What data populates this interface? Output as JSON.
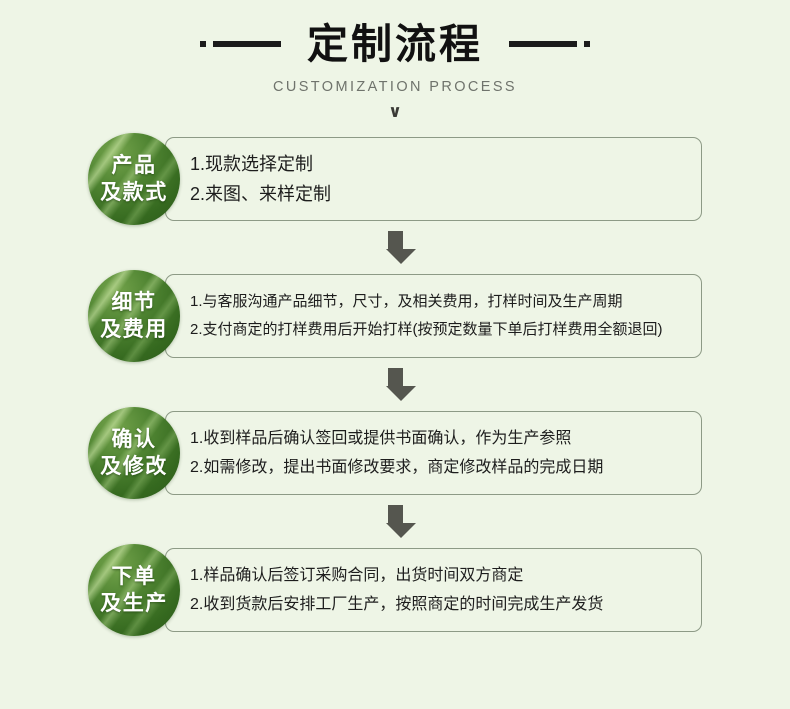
{
  "header": {
    "title": "定制流程",
    "subtitle": "CUSTOMIZATION PROCESS",
    "chevron": "∨",
    "rule_color": "#111111",
    "text_color": "#111111",
    "subtitle_color": "#6f736c"
  },
  "theme": {
    "background": "#eef5e6",
    "card_border": "#8d9a86",
    "badge_green_dark": "#2c5a1b",
    "badge_green_light": "#73a34b",
    "arrow_color": "#55564f",
    "body_text": "#1d1d1d"
  },
  "connector": {
    "icon": "arrow-down-icon"
  },
  "steps": [
    {
      "badge_line1": "产品",
      "badge_line2": "及款式",
      "size": "size-lg",
      "lines": [
        "1.现款选择定制",
        "2.来图、来样定制"
      ]
    },
    {
      "badge_line1": "细节",
      "badge_line2": "及费用",
      "size": "size-sm",
      "lines": [
        "1.与客服沟通产品细节，尺寸，及相关费用，打样时间及生产周期",
        "2.支付商定的打样费用后开始打样(按预定数量下单后打样费用全额退回)"
      ]
    },
    {
      "badge_line1": "确认",
      "badge_line2": "及修改",
      "size": "size-md",
      "lines": [
        "1.收到样品后确认签回或提供书面确认，作为生产参照",
        "2.如需修改，提出书面修改要求，商定修改样品的完成日期"
      ]
    },
    {
      "badge_line1": "下单",
      "badge_line2": "及生产",
      "size": "size-md",
      "lines": [
        "1.样品确认后签订采购合同，出货时间双方商定",
        "2.收到货款后安排工厂生产，按照商定的时间完成生产发货"
      ]
    }
  ]
}
